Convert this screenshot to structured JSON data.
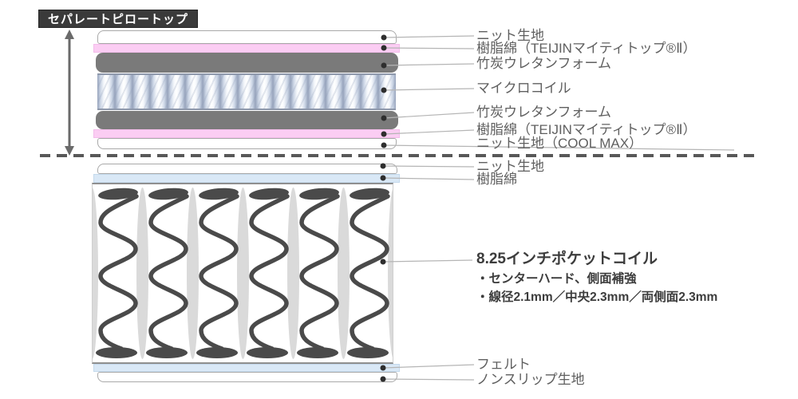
{
  "header": {
    "badge": "セパレートピロートップ"
  },
  "pillow_top": {
    "labels": [
      "ニット生地",
      "樹脂綿（TEIJINマイティトップ®Ⅱ）",
      "竹炭ウレタンフォーム",
      "マイクロコイル",
      "竹炭ウレタンフォーム",
      "樹脂綿（TEIJINマイティトップ®Ⅱ）",
      "ニット生地（COOL MAX）"
    ]
  },
  "main_mattress": {
    "labels": {
      "knit": "ニット生地",
      "resin": "樹脂綿",
      "felt": "フェルト",
      "nonslip": "ノンスリップ生地"
    },
    "coil_spec": {
      "title": "8.25インチポケットコイル",
      "bullets": [
        "・センターハード、側面補強",
        "・線径2.1mm／中央2.3mm／両側面2.3mm"
      ]
    }
  },
  "colors": {
    "badge_bg": "#3a3a3a",
    "pink_layer": "#fbcdf3",
    "foam_gray": "#7a7a7a",
    "light_blue_layer": "#d9e8f6",
    "microcoil_blue": "#ccd6e6",
    "spring_wire": "#4a4a4a",
    "pocket_gray": "#dadada",
    "label_text": "#5f5f5f",
    "spec_text": "#3c3c3c"
  }
}
